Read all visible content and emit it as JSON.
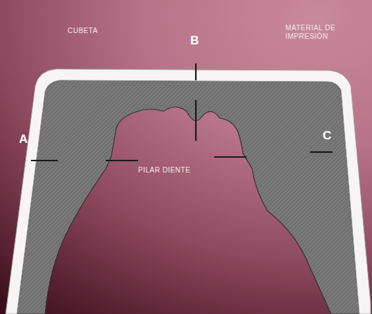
{
  "diagram": {
    "labels": [
      "CUBETA",
      "B",
      "MATERIAL DE IMPRESIÓN",
      "A",
      "C",
      "PILAR DIENTE"
    ]
  }
}
